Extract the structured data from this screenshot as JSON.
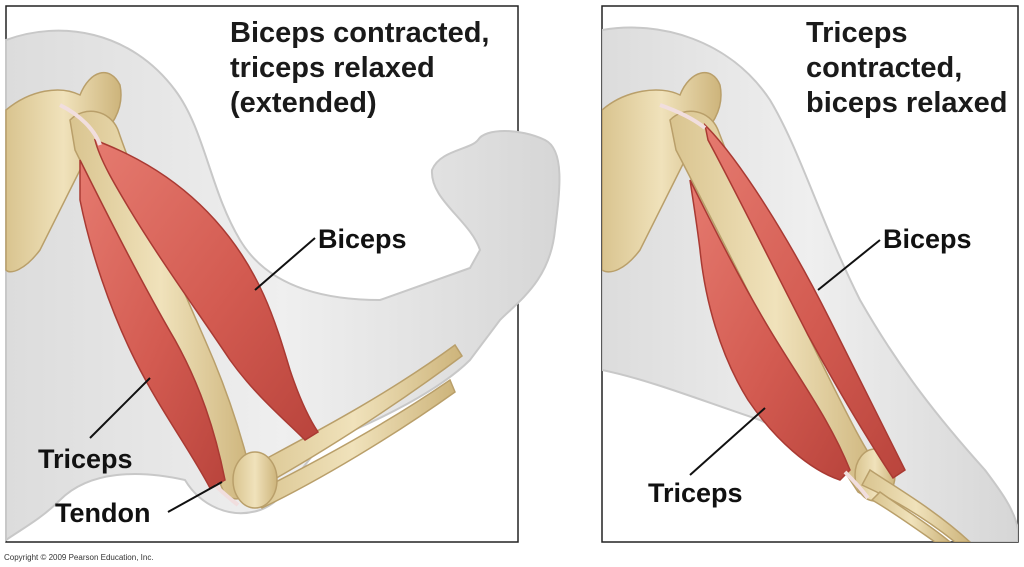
{
  "panels": [
    {
      "title_lines": [
        "Biceps contracted,",
        "triceps relaxed",
        "(extended)"
      ],
      "labels": {
        "biceps": "Biceps",
        "triceps": "Triceps",
        "tendon": "Tendon"
      }
    },
    {
      "title_lines": [
        "Triceps",
        "contracted,",
        "biceps relaxed"
      ],
      "labels": {
        "biceps": "Biceps",
        "triceps": "Triceps"
      }
    }
  ],
  "copyright": "Copyright © 2009 Pearson Education, Inc.",
  "colors": {
    "skin": "#e9e9e9",
    "skin_outline": "#c8c8c8",
    "bone": "#e8d6a8",
    "bone_outline": "#b99f6a",
    "muscle": "#d9665c",
    "muscle_dark": "#b9443c",
    "tendon": "#f1dede",
    "frame": "#222222"
  }
}
